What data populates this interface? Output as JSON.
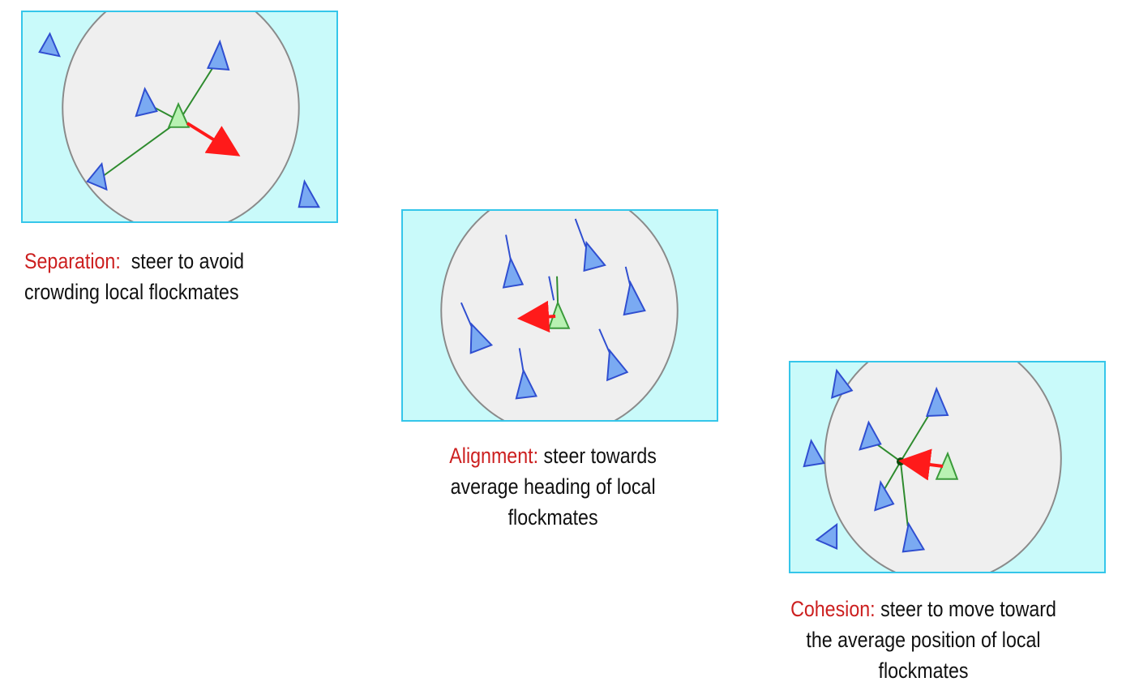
{
  "panels": [
    {
      "id": "separation",
      "term": "Separation:",
      "lines": [
        "steer to avoid",
        "crowding local flockmates"
      ]
    },
    {
      "id": "alignment",
      "term": "Alignment:",
      "lines": [
        "steer towards",
        "average heading of local",
        "flockmates"
      ]
    },
    {
      "id": "cohesion",
      "term": "Cohesion:",
      "lines": [
        "steer to move toward",
        "the average position of local",
        "flockmates"
      ]
    }
  ],
  "colors": {
    "panel_background": "#c9fafa",
    "panel_border": "#35c6ea",
    "neighborhood_fill": "#efefef",
    "neighborhood_stroke": "#8a8a8a",
    "flockmate_fill": "#7aaaf2",
    "flockmate_stroke": "#2f4ed0",
    "focal_fill": "#b8f2b2",
    "focal_stroke": "#3a9a3a",
    "link_line": "#2e8b2e",
    "steering_arrow": "#ff1a1a",
    "term_text": "#cc1f1f"
  }
}
